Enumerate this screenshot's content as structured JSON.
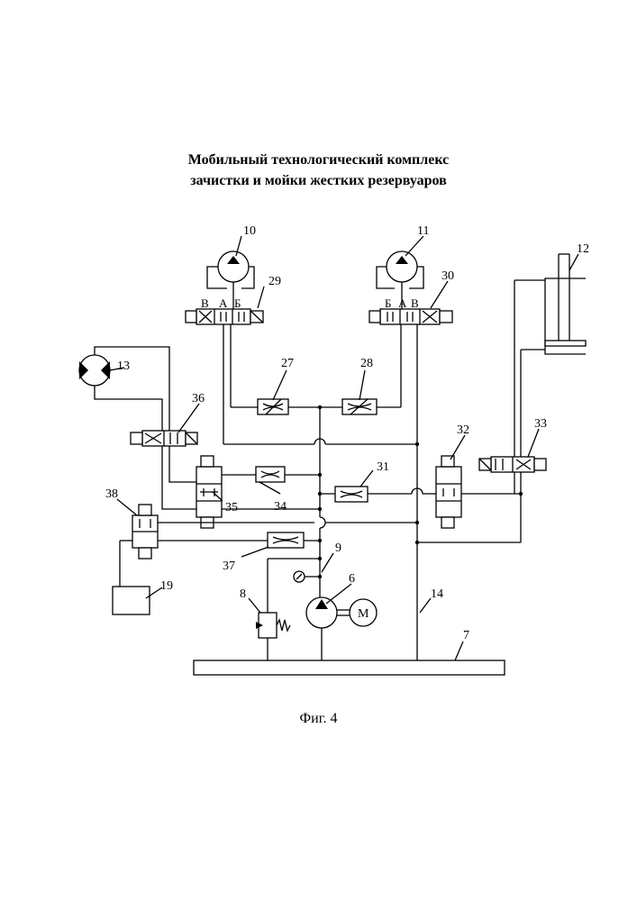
{
  "title_line1": "Мобильный технологический комплекс",
  "title_line2": "зачистки и мойки жестких резервуаров",
  "figure_caption": "Фиг. 4",
  "labels": {
    "n6": "6",
    "n7": "7",
    "n8": "8",
    "n9": "9",
    "n10": "10",
    "n11": "11",
    "n12": "12",
    "n13": "13",
    "n14": "14",
    "n19": "19",
    "n27": "27",
    "n28": "28",
    "n29": "29",
    "n30": "30",
    "n31": "31",
    "n32": "32",
    "n33": "33",
    "n34": "34",
    "n35": "35",
    "n36": "36",
    "n37": "37",
    "n38": "38"
  },
  "motor_label": "М",
  "ports_29": {
    "v": "В",
    "a": "А",
    "b": "Б"
  },
  "ports_30": {
    "b": "Б",
    "a": "А",
    "v": "В"
  }
}
